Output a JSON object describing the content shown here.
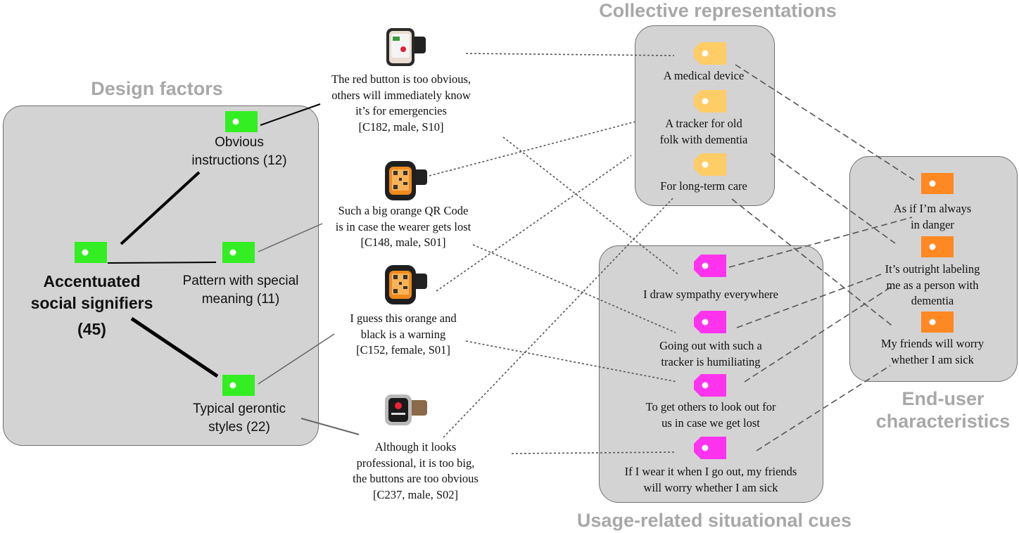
{
  "headings": {
    "design_factors": "Design factors",
    "collective_representations": "Collective representations",
    "usage_cues": "Usage-related situational cues",
    "end_user": [
      "End-user",
      "characteristics"
    ]
  },
  "design": {
    "main": [
      "Accentuated",
      "social signifiers",
      "(45)"
    ],
    "factors": [
      {
        "label": [
          "Obvious",
          "instructions (12)"
        ]
      },
      {
        "label": [
          "Pattern with special",
          "meaning (11)"
        ]
      },
      {
        "label": [
          "Typical gerontic",
          "styles (22)"
        ]
      }
    ]
  },
  "quotes": [
    {
      "lines": [
        "The red button is too obvious,",
        "others will immediately know",
        "it’s for emergencies",
        "[C182, male, S10]"
      ]
    },
    {
      "lines": [
        "Such a big orange QR Code",
        "is in case the wearer gets lost",
        "[C148, male, S01]"
      ]
    },
    {
      "lines": [
        "I guess this orange and",
        "black is a warning",
        "[C152, female, S01]"
      ]
    },
    {
      "lines": [
        "Although it looks",
        "professional, it is too big,",
        "the buttons are too obvious",
        "[C237, male, S02]"
      ]
    }
  ],
  "collective": [
    {
      "lines": [
        "A medical device"
      ]
    },
    {
      "lines": [
        "A tracker for old",
        "folk with dementia"
      ]
    },
    {
      "lines": [
        "For long-term care"
      ]
    }
  ],
  "usage": [
    {
      "lines": [
        "I draw sympathy everywhere"
      ]
    },
    {
      "lines": [
        "Going out with such a",
        "tracker is humiliating"
      ]
    },
    {
      "lines": [
        "To get others to look out for",
        "us in case we get lost"
      ]
    },
    {
      "lines": [
        "If I wear it when I go out, my friends",
        "will worry whether I am sick"
      ]
    }
  ],
  "enduser": [
    {
      "lines": [
        "As if I’m always",
        "in danger"
      ]
    },
    {
      "lines": [
        "It’s outright labeling",
        "me as a person with",
        "dementia"
      ]
    },
    {
      "lines": [
        "My friends will worry",
        "whether I am sick"
      ]
    }
  ],
  "colors": {
    "panel": "#d3d3d3",
    "heading": "#a8a8a8",
    "tag_green": "#33ee22",
    "tag_yellow": "#ffcc66",
    "tag_magenta": "#ff33ee",
    "tag_orange": "#ff8822"
  },
  "icons": {
    "tag": "tag-icon",
    "watch": "smartwatch-icon"
  }
}
